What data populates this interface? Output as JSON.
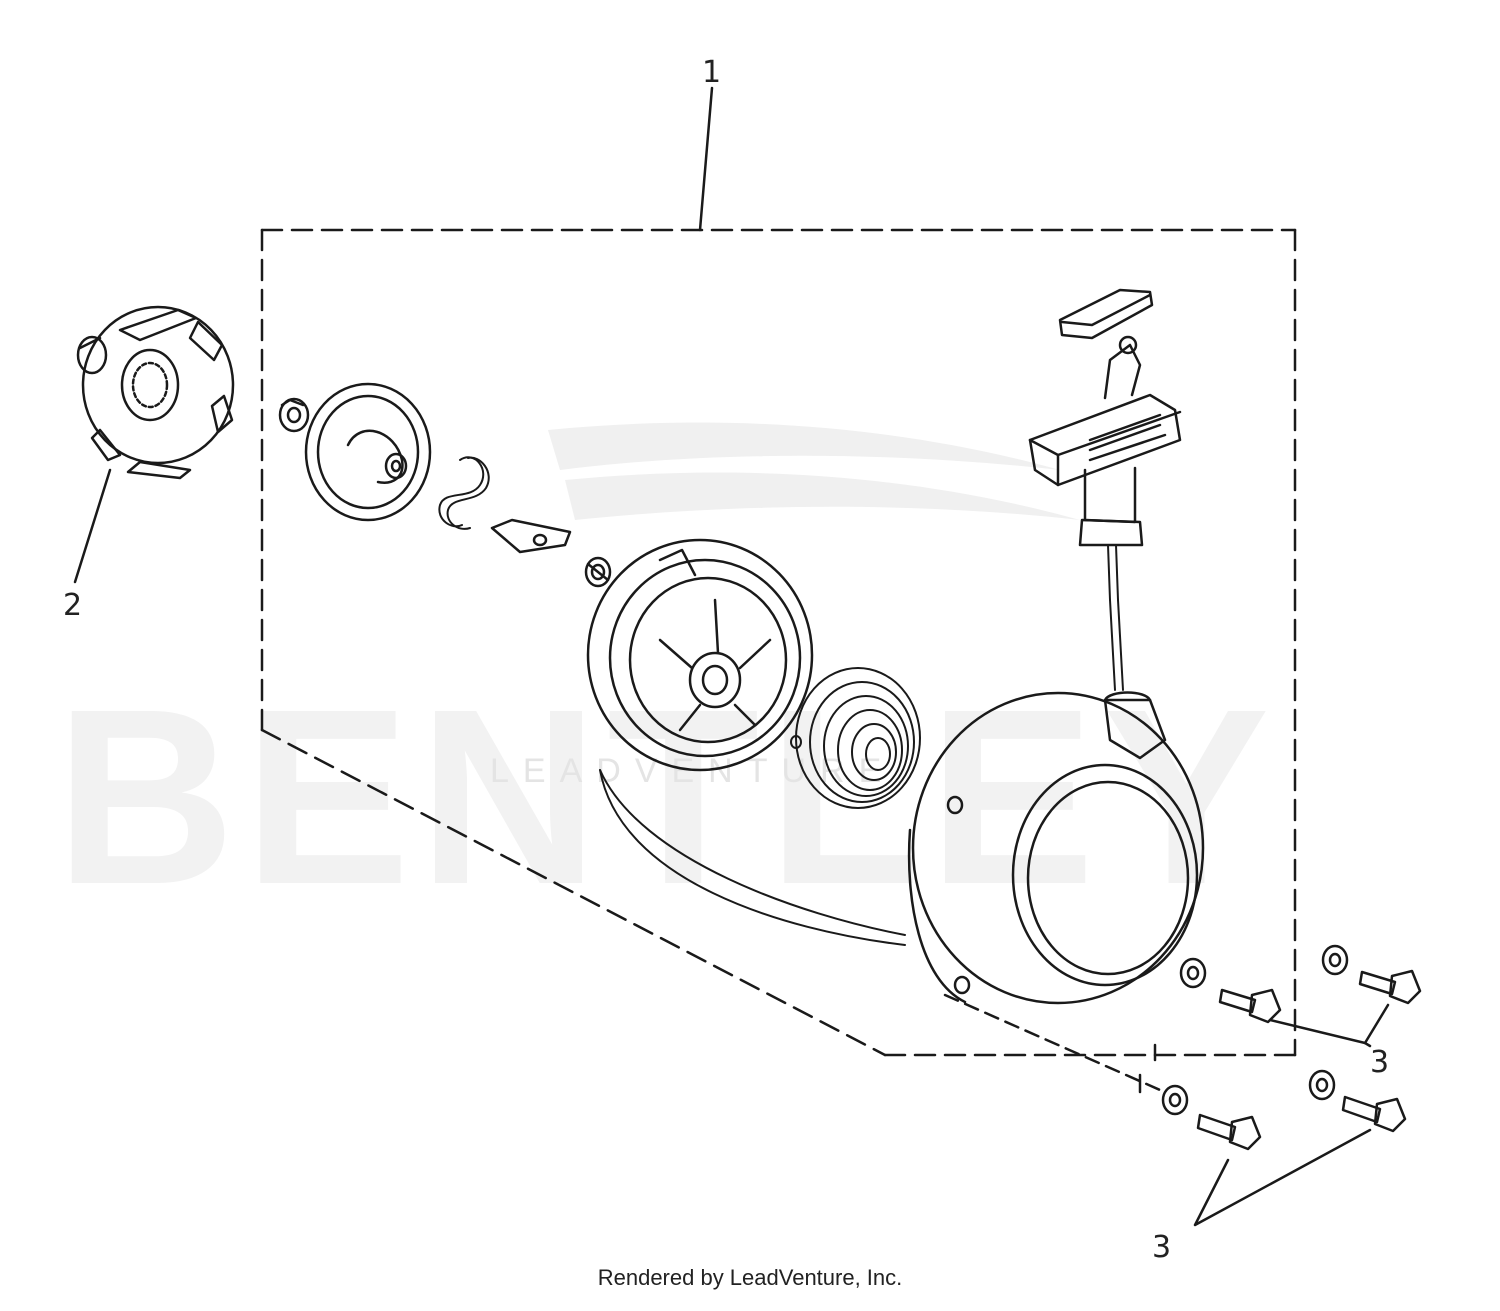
{
  "callouts": [
    {
      "id": "callout-1",
      "text": "1"
    },
    {
      "id": "callout-2",
      "text": "2"
    },
    {
      "id": "callout-3a",
      "text": "3"
    },
    {
      "id": "callout-3b",
      "text": "3"
    }
  ],
  "watermark": {
    "brand": "BENTLEY",
    "tagline": "LEADVENTURE"
  },
  "footer": {
    "rendered_by": "Rendered by LeadVenture, Inc."
  },
  "colors": {
    "line": "#1a1a1a",
    "watermark": "#f0f0f0",
    "background": "#ffffff"
  }
}
